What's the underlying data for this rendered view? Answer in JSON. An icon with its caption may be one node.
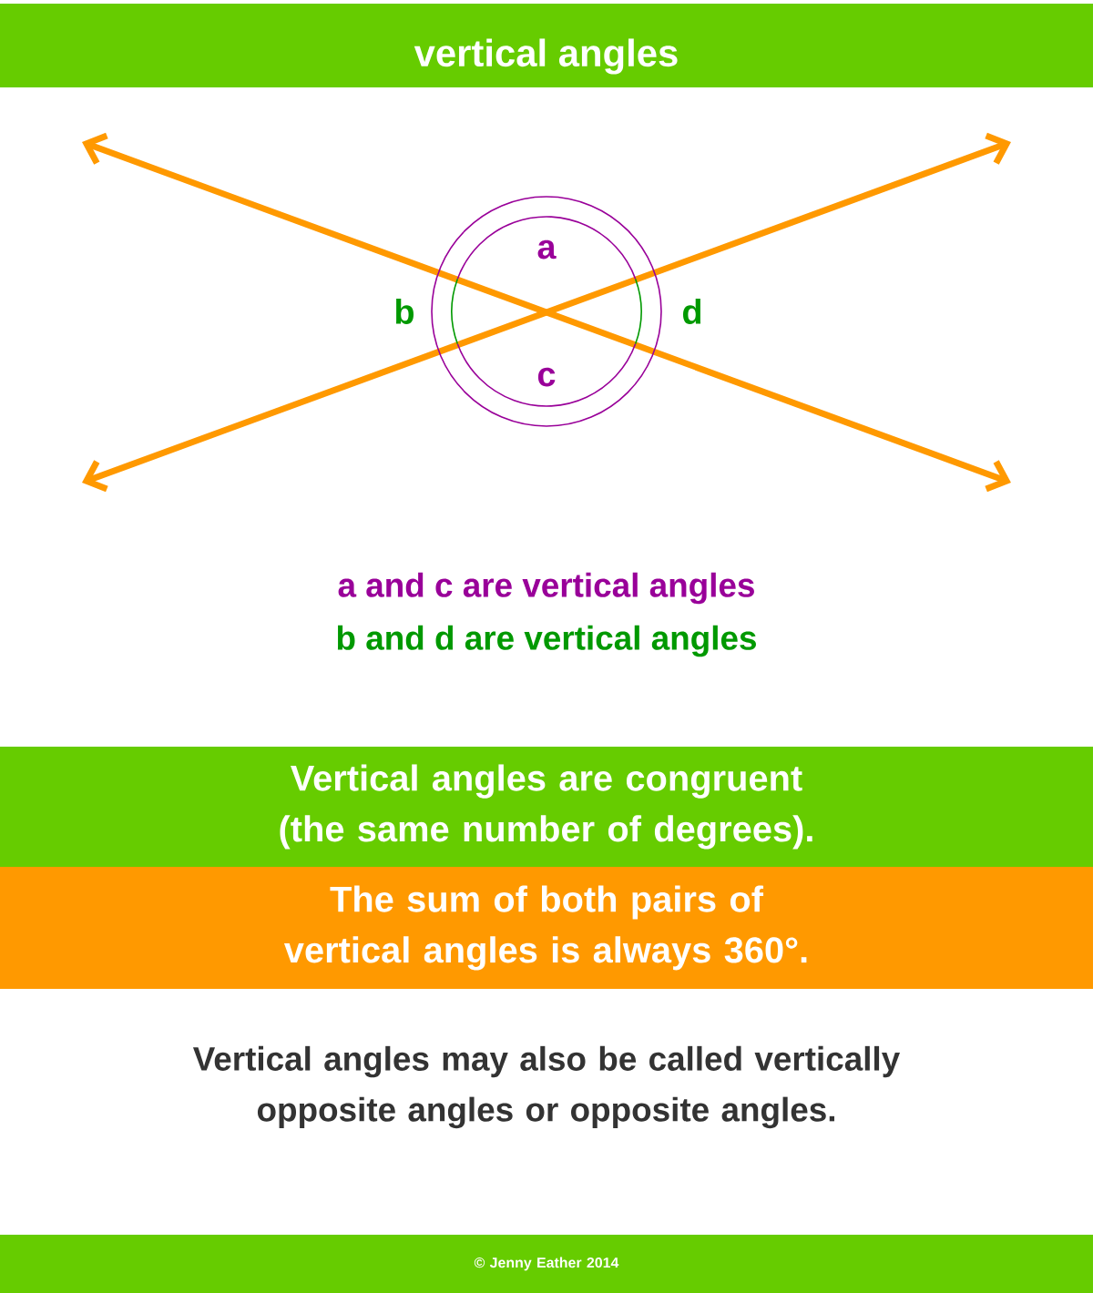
{
  "diagram": {
    "title": "vertical angles",
    "nodes": [
      {
        "text": [
          "Vertical angles are congruent (the same number of degrees)."
        ]
      },
      {
        "text": [
          "The sum of both pairs of vertical angles is always 360°."
        ]
      },
      {
        "text": [
          "© Jenny Eather 2014"
        ]
      }
    ],
    "labels": [
      "a",
      "b",
      "d",
      "c",
      "a and c are vertical angles",
      "b and d are vertical angles",
      "Vertical angles may also be called vertically opposite angles or opposite angles."
    ]
  }
}
